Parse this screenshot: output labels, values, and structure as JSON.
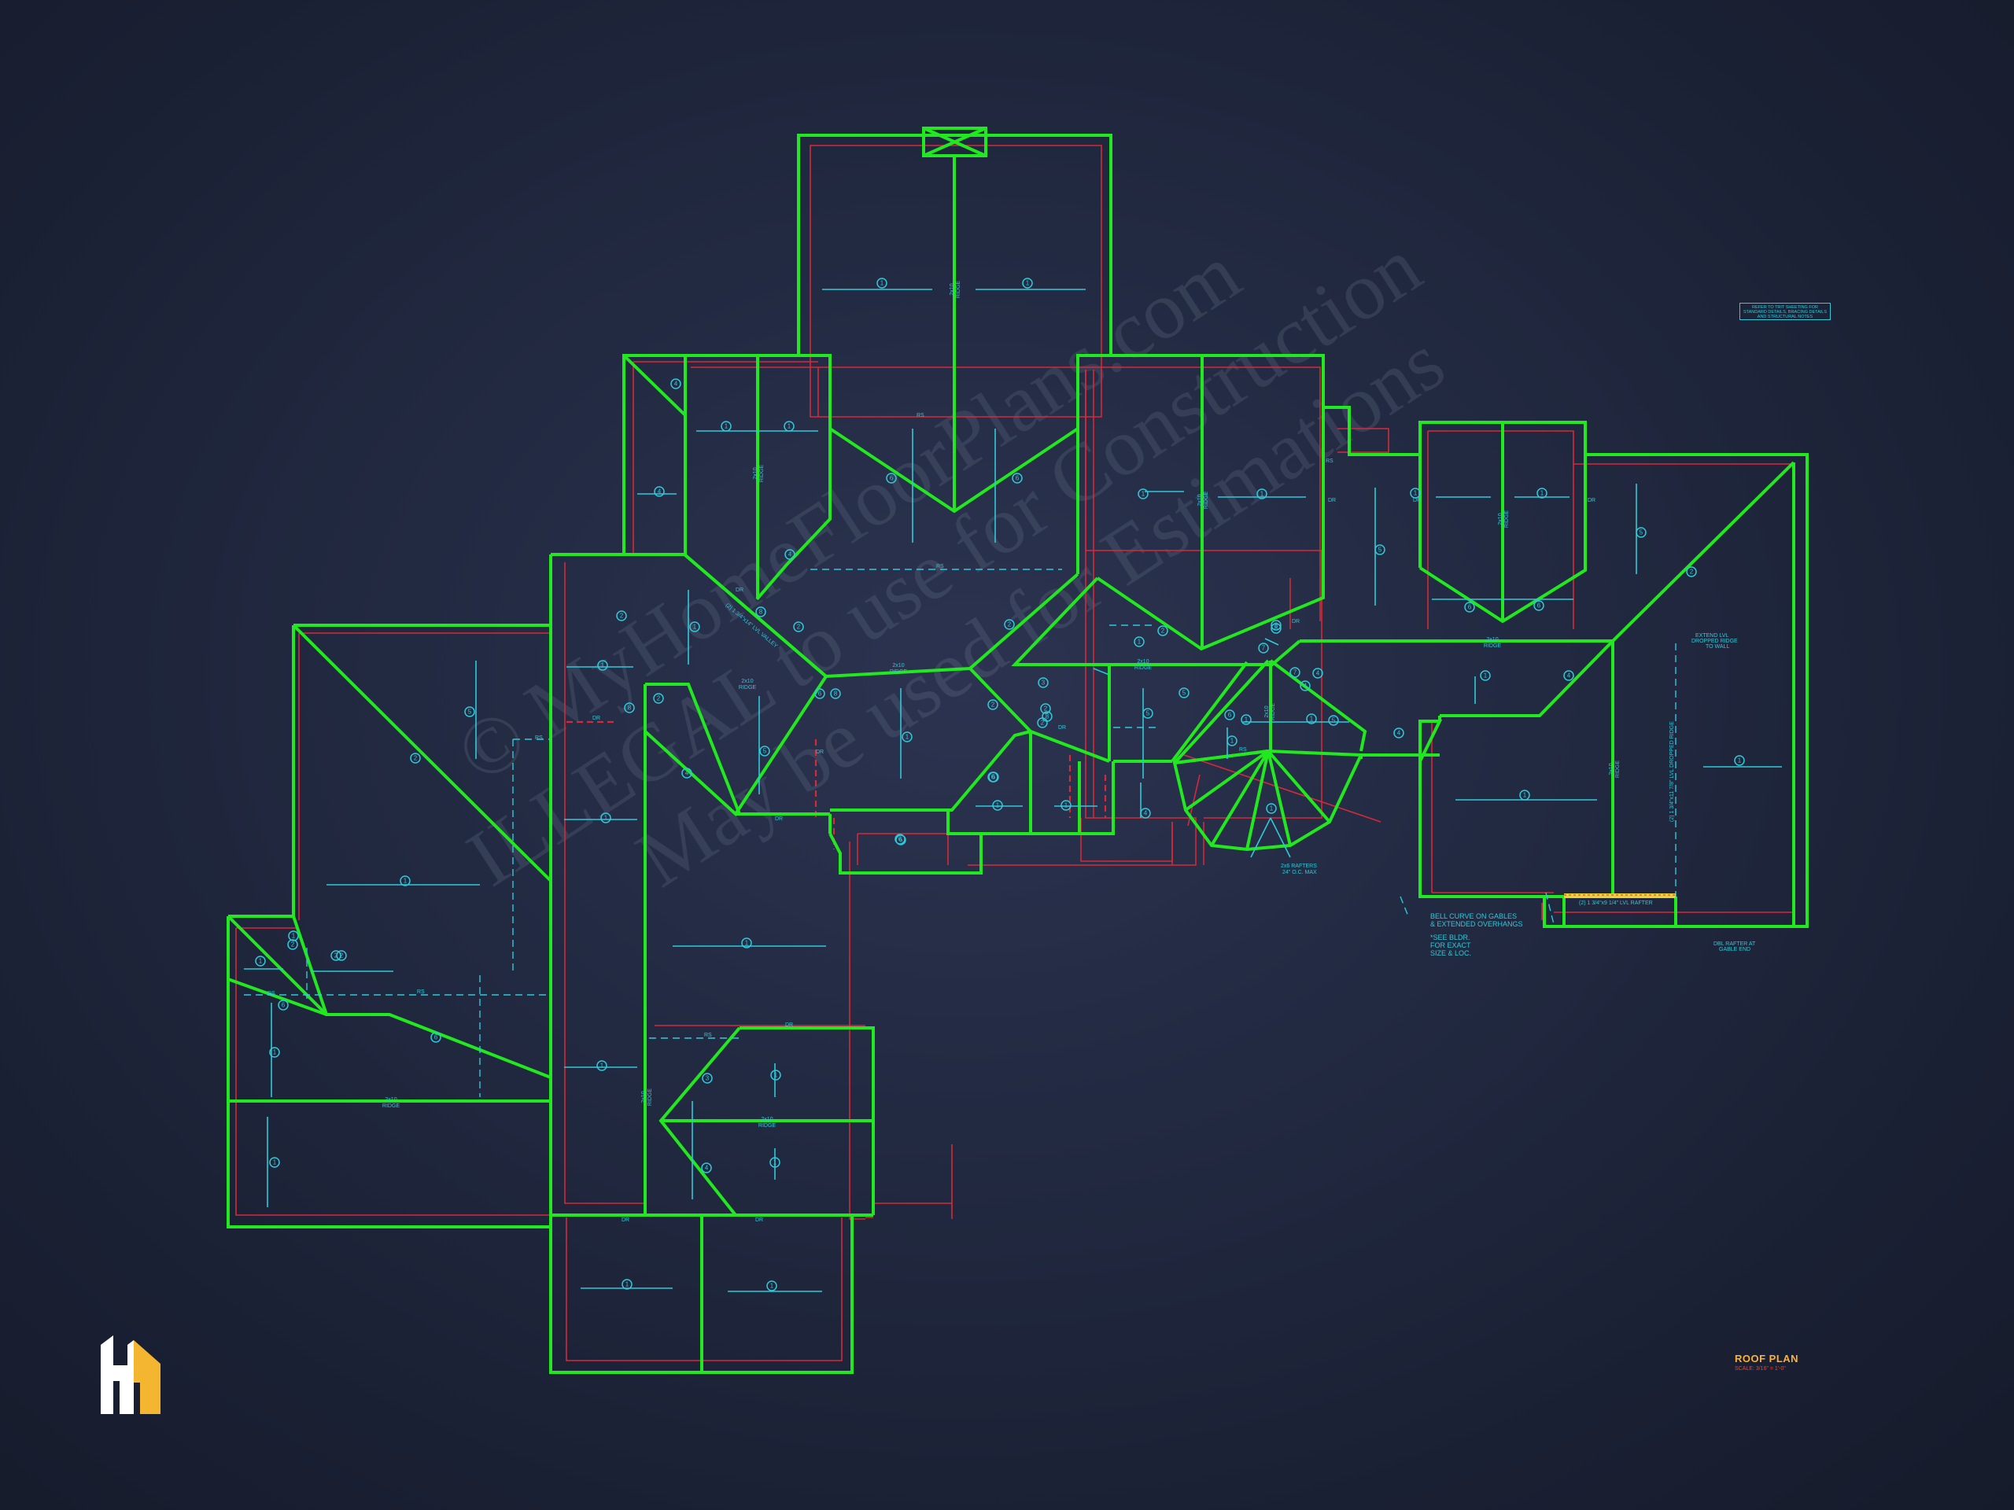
{
  "drawing": {
    "title": "ROOF PLAN",
    "scale": "SCALE: 3/16\" = 1'-0\"",
    "general_note": "REFER TO TRIT SHEETING FOR STANDARD DETAILS, BRACING DETAILS AND STRUCTURAL NOTES",
    "notes": {
      "bell_curve_1": "BELL CURVE ON GABLES",
      "bell_curve_2": "& EXTENDED OVERHANGS",
      "see_bldr_1": "*SEE BLDR.",
      "see_bldr_2": "FOR EXACT",
      "see_bldr_3": "SIZE & LOC.",
      "rafters_1": "2x6 RAFTERS",
      "rafters_2": "24\" O.C. MAX",
      "extend_1": "EXTEND LVL",
      "extend_2": "DROPPED RIDGE",
      "extend_3": "TO WALL",
      "dropped_ridge": "(2) 1 3/4\"x11 7/8\" LVL DROPPED RIDGE",
      "lvl_rafter": "(2) 1 3/4\"x9 1/4\" LVL RAFTER",
      "lvl_valley": "(2) 1 3/4\"x14\" LVL VALLEY",
      "dbl_rafter_1": "DBL RAFTER AT",
      "dbl_rafter_2": "GABLE END",
      "ridge_2x10": "2x10",
      "ridge_word": "RIDGE"
    },
    "abbr": {
      "dr": "DR",
      "rs": "RS"
    },
    "pitch_tags": [
      "1",
      "2",
      "3",
      "4",
      "5",
      "6",
      "7",
      "8"
    ]
  },
  "watermark": {
    "line1": "© MyHomeFloorPlans.com",
    "line2": "ILLEGAL to use for Construction",
    "line3": "May be used for Estimations"
  },
  "colors": {
    "background": "#1b2134",
    "roof_outline": "#22e81f",
    "wall_line": "#d42a3a",
    "annotation": "#2fc9d8",
    "title": "#ffb22e",
    "logo_white": "#ffffff",
    "logo_gold": "#f4b630"
  },
  "icons": {
    "logo": "house-h-logo-icon",
    "pitch_tag": "circle-tag-icon"
  }
}
